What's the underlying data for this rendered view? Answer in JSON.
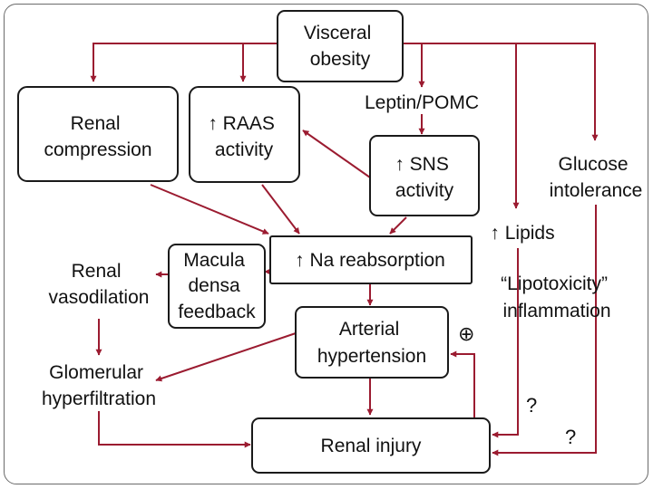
{
  "nodes": {
    "visceral_obesity": [
      "Visceral",
      "obesity"
    ],
    "renal_compression": [
      "Renal",
      "compression"
    ],
    "raas_activity": [
      "↑ RAAS",
      "activity"
    ],
    "leptin_pomc": [
      "Leptin/POMC"
    ],
    "sns_activity": [
      "↑ SNS",
      "activity"
    ],
    "glucose_intolerance": [
      "Glucose",
      "intolerance"
    ],
    "lipids": [
      "↑ Lipids"
    ],
    "lipotoxicity": [
      "“Lipotoxicity”",
      "inflammation"
    ],
    "renal_vasodilation": [
      "Renal",
      "vasodilation"
    ],
    "macula_densa": [
      "Macula",
      "densa",
      "feedback"
    ],
    "na_reabsorption": [
      "↑ Na reabsorption"
    ],
    "arterial_hypertension": [
      "Arterial",
      "hypertension"
    ],
    "glomerular_hyperfiltration": [
      "Glomerular",
      "hyperfiltration"
    ],
    "renal_injury": [
      "Renal injury"
    ]
  },
  "annotations": {
    "positive_feedback": "⊕",
    "question_1": "?",
    "question_2": "?"
  },
  "colors": {
    "arrow": "#9b1b30",
    "box_stroke": "#1a1a1a",
    "frame": "#6b6b6b"
  }
}
